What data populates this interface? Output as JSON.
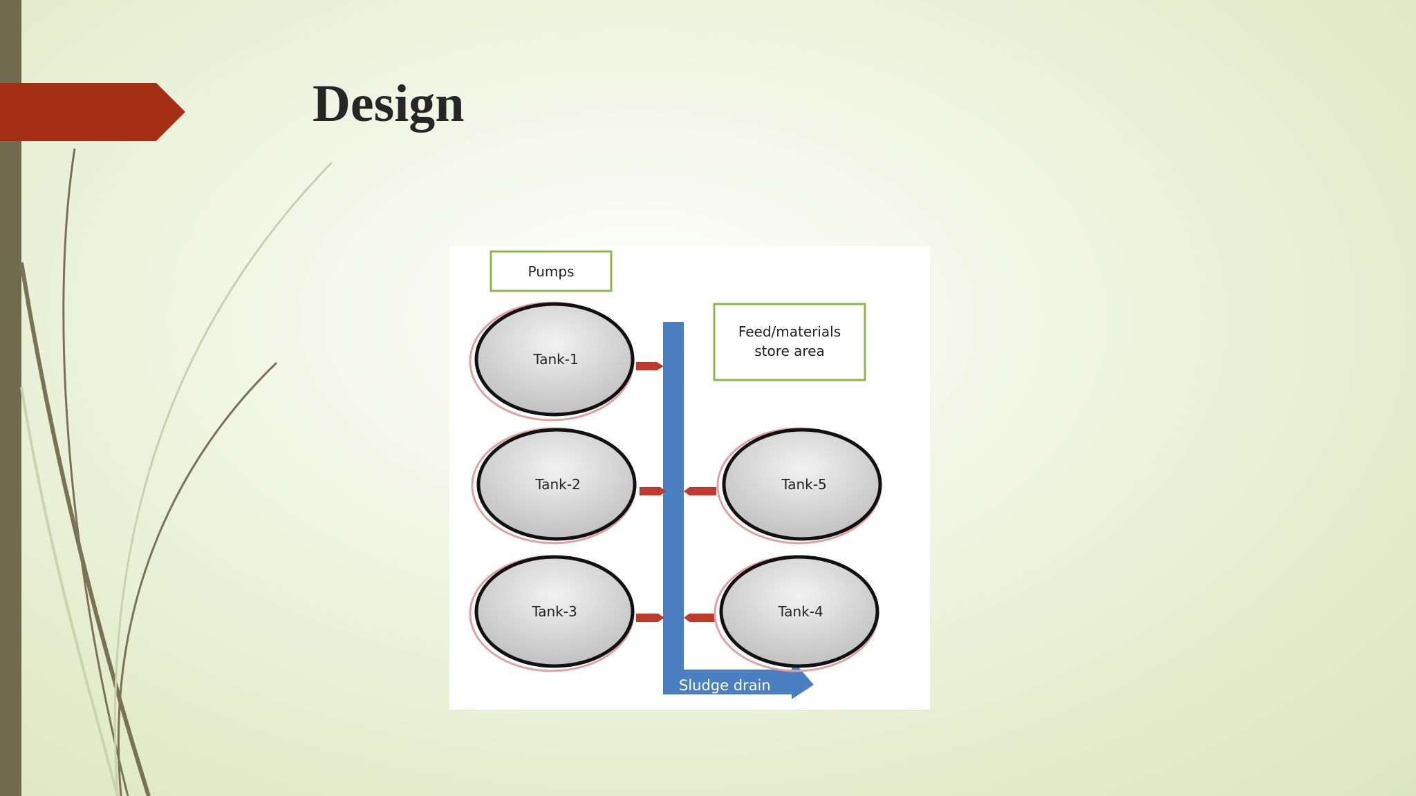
{
  "slide": {
    "title": "Design"
  },
  "diagram": {
    "pumps_label": "Pumps",
    "store_label_line1": "Feed/materials",
    "store_label_line2": "store area",
    "tanks": [
      "Tank-1",
      "Tank-2",
      "Tank-3",
      "Tank-4",
      "Tank-5"
    ],
    "drain_label": "Sludge drain"
  },
  "colors": {
    "accent_tab": "#a52f12",
    "side_bar": "#726a4f",
    "pipe_blue": "#4a7fc1",
    "connector_red": "#c0392b",
    "box_border_green": "#8ab84a"
  }
}
